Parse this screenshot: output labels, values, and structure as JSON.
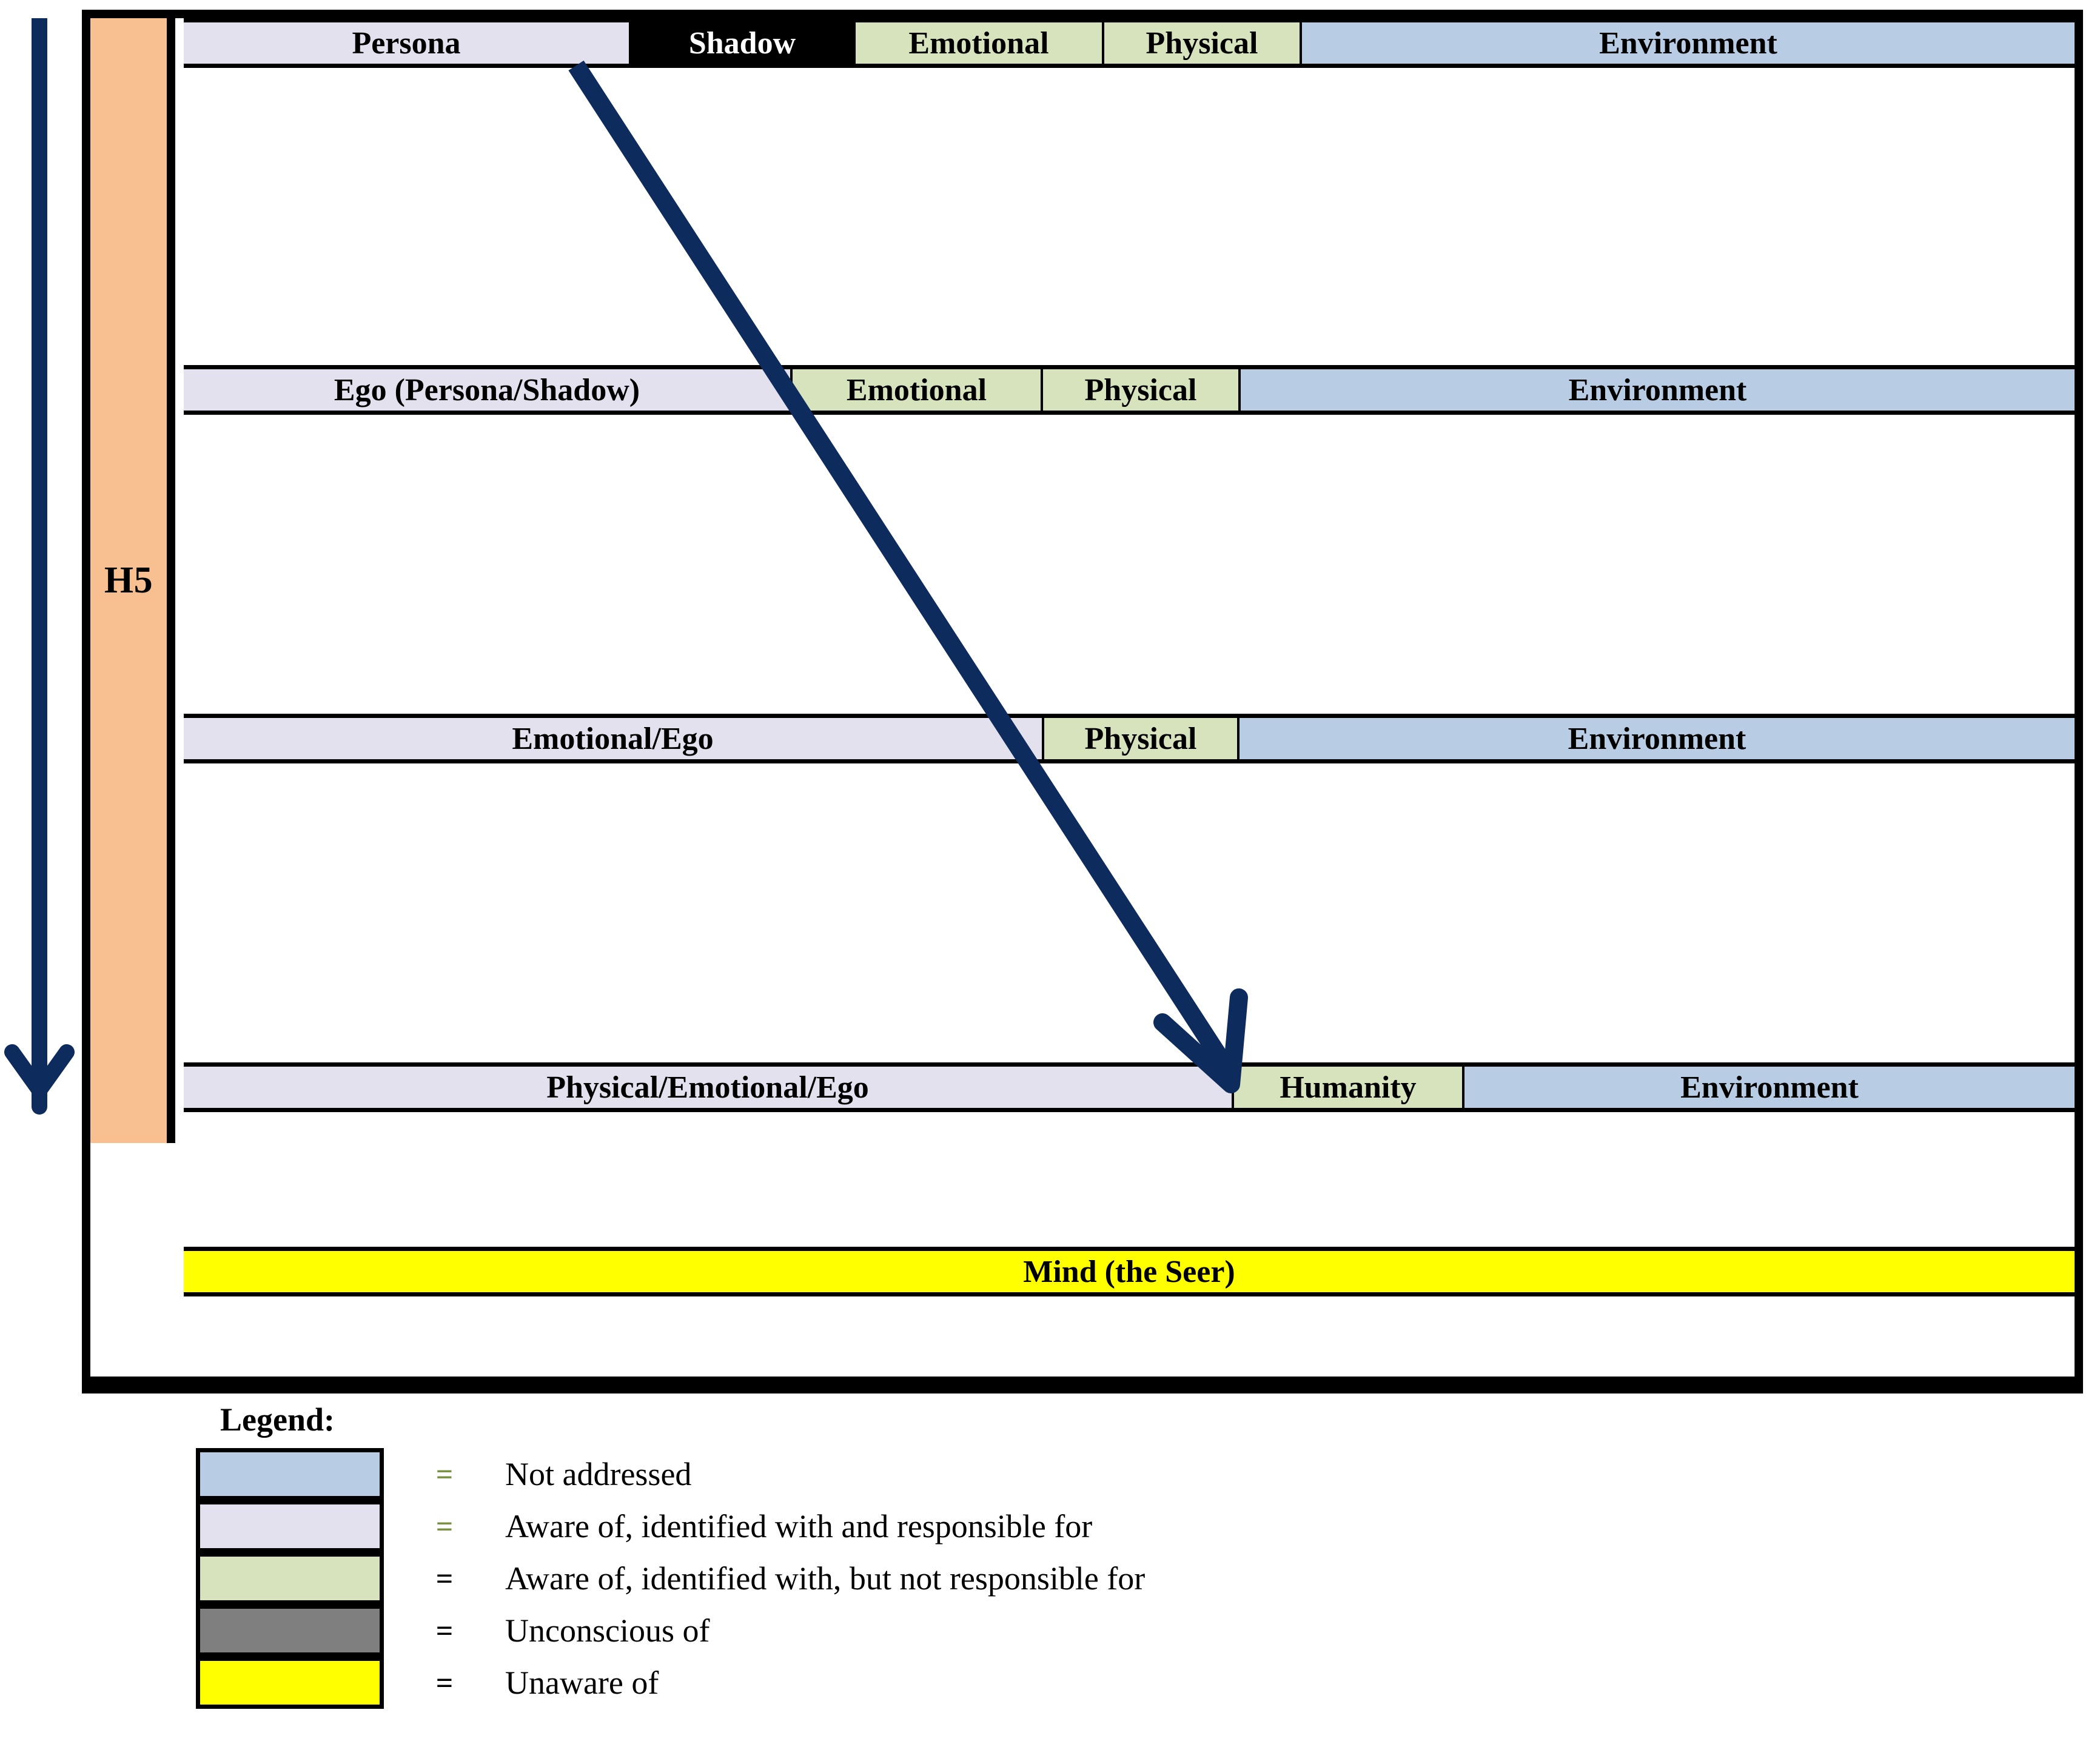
{
  "diagram": {
    "stage_label": "H5",
    "left_arrow": {
      "name": "downward-progression-arrow",
      "color": "#0d2b5c",
      "direction": "down"
    },
    "diagonal_arrow": {
      "name": "shadow-to-humanity-arrow",
      "color": "#0d2b5c",
      "from": "Shadow",
      "to": "Humanity"
    },
    "rows": [
      {
        "id": "row-1",
        "cells": [
          {
            "label": "Persona",
            "color_key": "lavender",
            "style": "c-lav",
            "width_pct": 23.5
          },
          {
            "label": "Shadow",
            "color_key": "black",
            "style": "c-black",
            "width_pct": 11.2
          },
          {
            "label": "Emotional",
            "color_key": "green",
            "style": "c-green",
            "width_pct": 12.6
          },
          {
            "label": "Physical",
            "color_key": "green",
            "style": "c-green",
            "width_pct": 10.0
          },
          {
            "label": "Environment",
            "color_key": "blue",
            "style": "c-blue",
            "width_pct": 42.7
          }
        ]
      },
      {
        "id": "row-2",
        "cells": [
          {
            "label": "Ego (Persona/Shadow)",
            "color_key": "lavender",
            "style": "c-lav",
            "width_pct": 34.7
          },
          {
            "label": "Emotional",
            "color_key": "green",
            "style": "c-green",
            "width_pct": 12.6
          },
          {
            "label": "Physical",
            "color_key": "green",
            "style": "c-green",
            "width_pct": 10.0
          },
          {
            "label": "Environment",
            "color_key": "blue",
            "style": "c-blue",
            "width_pct": 42.7
          }
        ]
      },
      {
        "id": "row-3",
        "cells": [
          {
            "label": "Emotional/Ego",
            "color_key": "lavender",
            "style": "c-lav",
            "width_pct": 47.3
          },
          {
            "label": "Physical",
            "color_key": "green",
            "style": "c-green",
            "width_pct": 10.0
          },
          {
            "label": "Environment",
            "color_key": "blue",
            "style": "c-blue",
            "width_pct": 42.7
          }
        ]
      },
      {
        "id": "row-4",
        "cells": [
          {
            "label": "Physical/Emotional/Ego",
            "color_key": "lavender",
            "style": "c-lav",
            "width_pct": 57.3
          },
          {
            "label": "Humanity",
            "color_key": "green",
            "style": "c-green",
            "width_pct": 11.5
          },
          {
            "label": "Environment",
            "color_key": "blue",
            "style": "c-blue",
            "width_pct": 31.2
          }
        ]
      },
      {
        "id": "row-5-mind",
        "cells": [
          {
            "label": "Mind (the Seer)",
            "color_key": "yellow",
            "style": "c-yellow",
            "width_pct": 100
          }
        ]
      }
    ]
  },
  "legend": {
    "title": "Legend:",
    "items": [
      {
        "color_key": "blue",
        "swatch": "#b8cce4",
        "equals": "=",
        "eq_color": "green",
        "text": "Not addressed"
      },
      {
        "color_key": "lavender",
        "swatch": "#e4e1ef",
        "equals": "=",
        "eq_color": "green",
        "text": "Aware of, identified with and responsible for"
      },
      {
        "color_key": "green",
        "swatch": "#d6e3bc",
        "equals": "=",
        "eq_color": "black",
        "text": "Aware of, identified with, but not responsible for"
      },
      {
        "color_key": "gray",
        "swatch": "#7f7f7f",
        "equals": "=",
        "eq_color": "black",
        "text": "Unconscious of"
      },
      {
        "color_key": "yellow",
        "swatch": "#ffff00",
        "equals": "=",
        "eq_color": "black",
        "text": "Unaware of"
      }
    ]
  },
  "colors": {
    "lavender": "#e4e1ef",
    "green": "#d6e3bc",
    "blue": "#b8cce4",
    "gray": "#7f7f7f",
    "yellow": "#ffff00",
    "black": "#000000",
    "peach": "#f8c091",
    "navy": "#0d2b5c"
  }
}
